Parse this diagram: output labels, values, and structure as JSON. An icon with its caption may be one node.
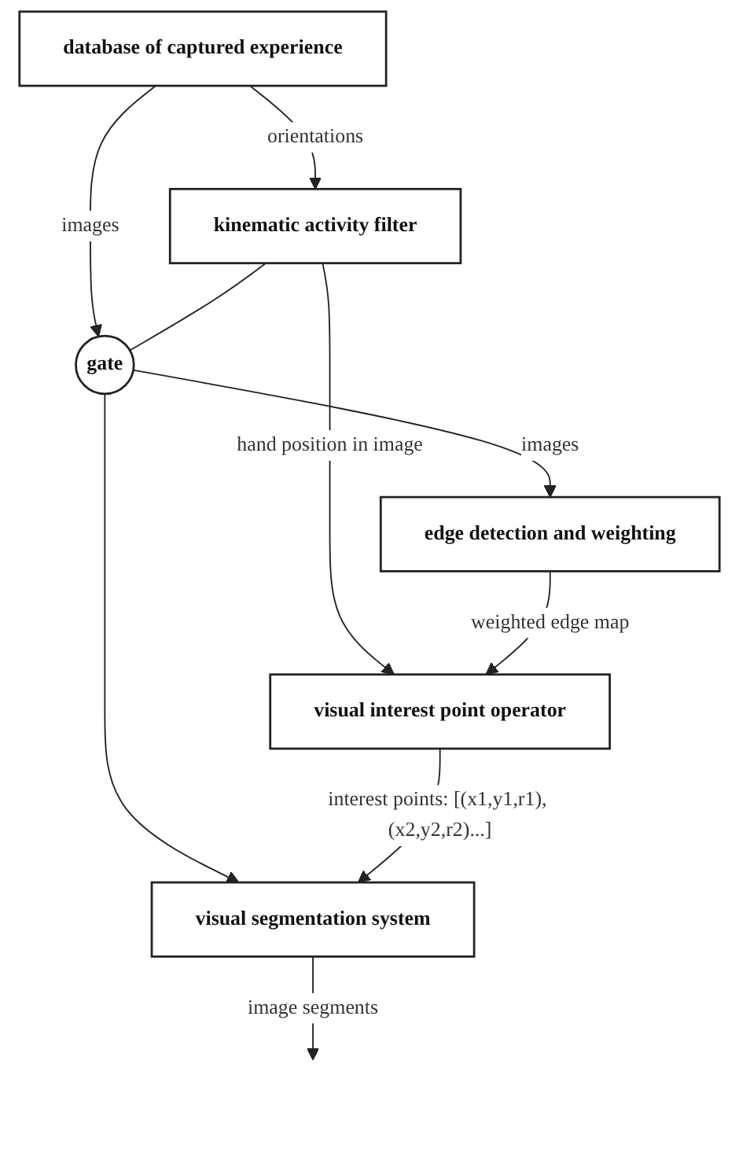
{
  "diagram": {
    "nodes": [
      {
        "text": [
          "database of captured experience"
        ]
      },
      {
        "text": [
          "kinematic activity filter"
        ]
      },
      {
        "text": [
          "gate"
        ]
      },
      {
        "text": [
          "edge detection and weighting"
        ]
      },
      {
        "text": [
          "visual interest point operator"
        ]
      },
      {
        "text": [
          "visual segmentation system"
        ]
      }
    ],
    "edges": [
      {
        "from": 0,
        "to": 1,
        "arrow": "to",
        "label": "orientations"
      },
      {
        "from": 0,
        "to": 2,
        "arrow": "to",
        "label": "images"
      },
      {
        "from": 1,
        "to": 2,
        "arrow": "none"
      },
      {
        "from": 2,
        "to": 3,
        "arrow": "to",
        "label": "images"
      },
      {
        "from": 2,
        "to": 5,
        "arrow": "to"
      },
      {
        "from": 1,
        "to": 4,
        "arrow": "to",
        "label": "hand position in image"
      },
      {
        "from": 3,
        "to": 4,
        "arrow": "to",
        "label": "weighted edge map"
      },
      {
        "from": 4,
        "to": 5,
        "arrow": "to",
        "label": "interest points: [(x1,y1,r1), (x2,y2,r2)...]"
      },
      {
        "from": 5,
        "to": null,
        "arrow": "to",
        "label": "image segments"
      }
    ]
  }
}
